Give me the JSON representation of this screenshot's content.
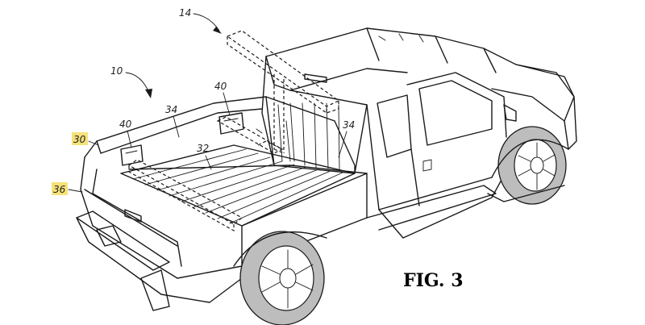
{
  "figure": {
    "caption": "FIG. 3",
    "reference_labels": {
      "vehicle": "10",
      "rack": "14",
      "tailgate": "30",
      "bed_floor": "32",
      "sidewall_left": "34",
      "sidewall_right": "34",
      "mount_front": "40",
      "mount_rear": "40",
      "rear_panel": "36"
    },
    "highlighted_labels": [
      "30",
      "36"
    ],
    "highlight_color": "#f6e27a"
  }
}
